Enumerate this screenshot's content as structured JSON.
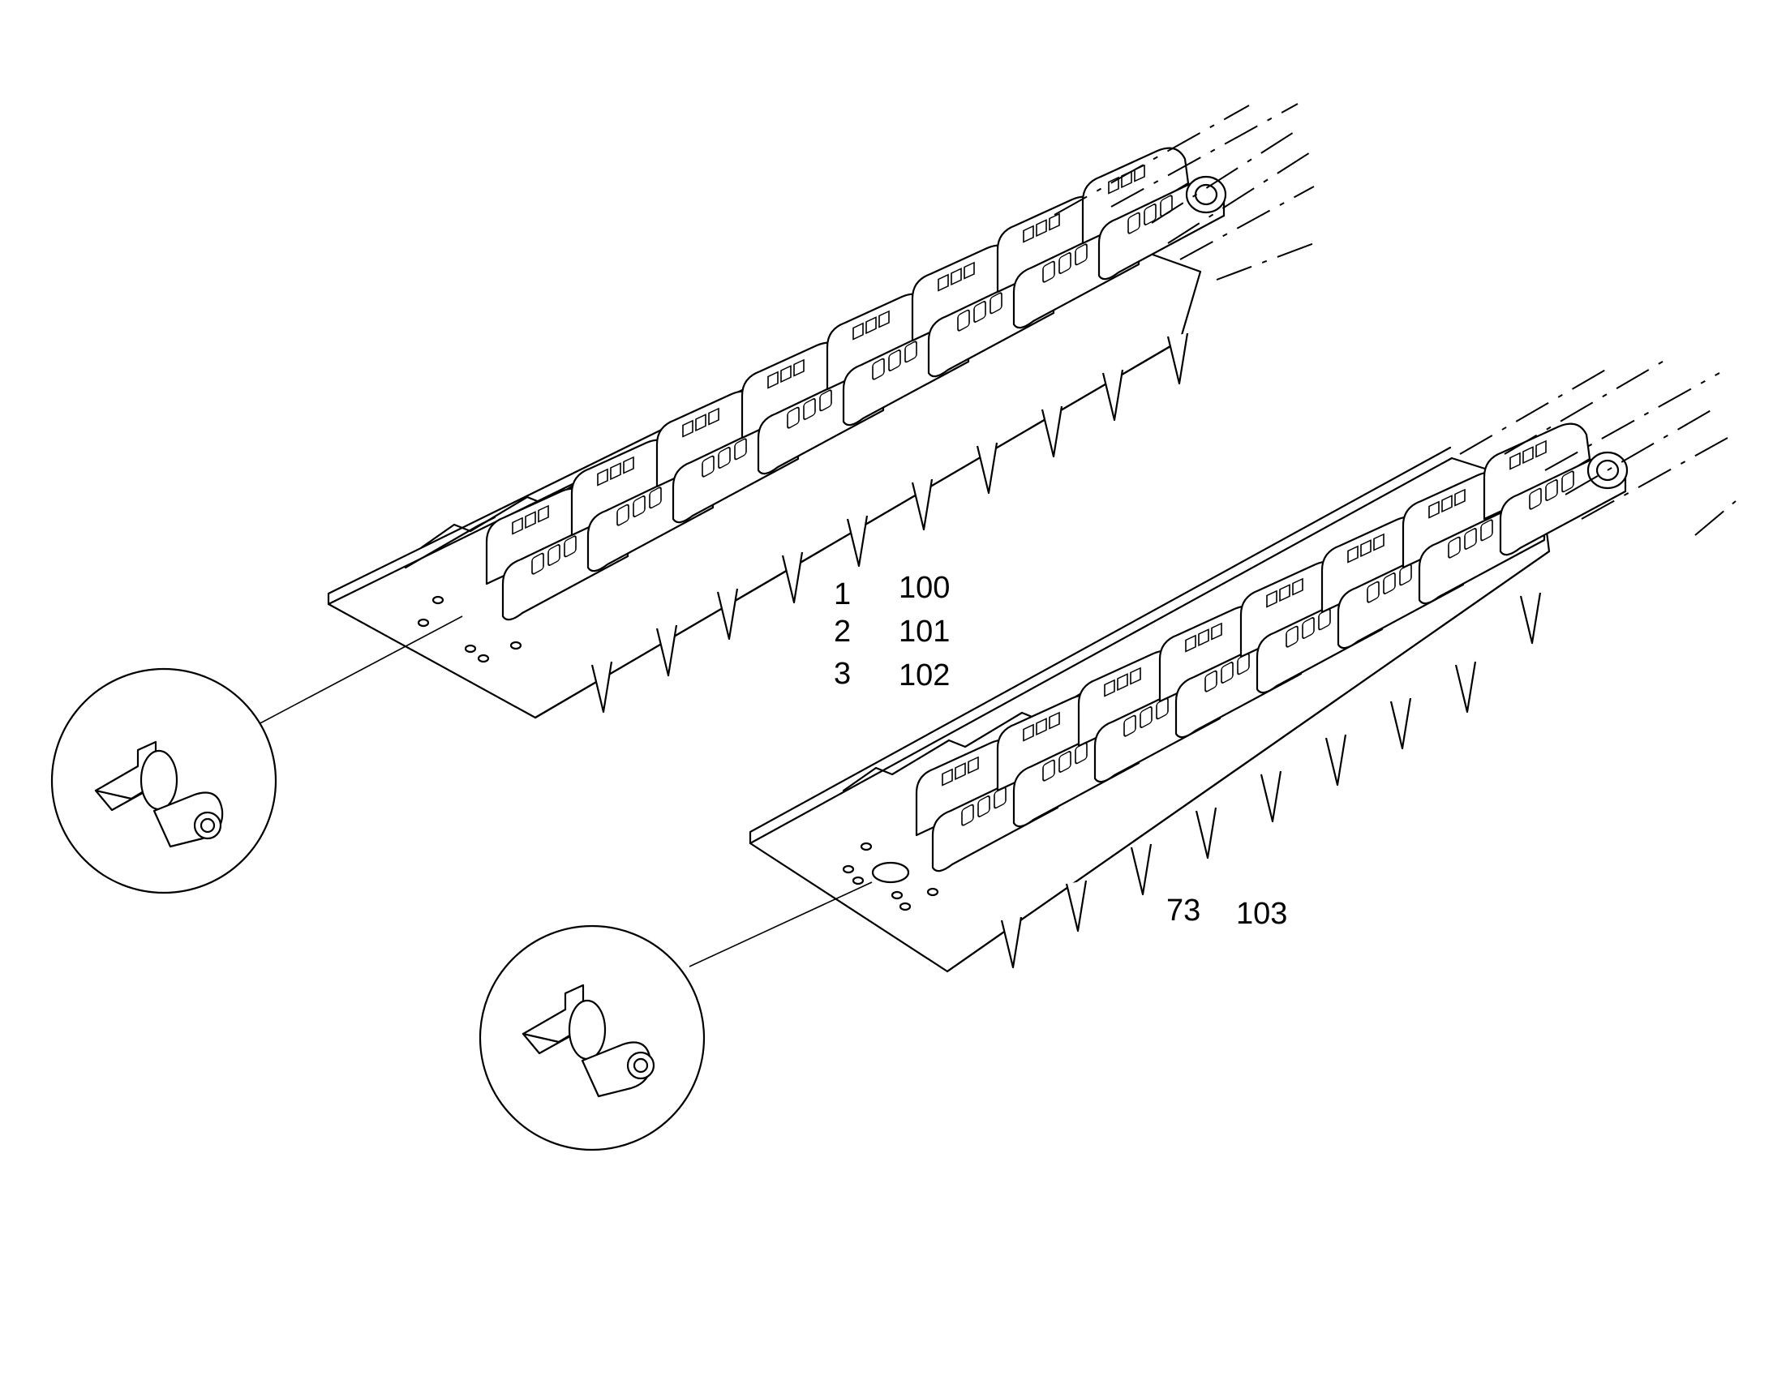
{
  "callouts": {
    "upper": [
      {
        "item": "1",
        "ref": "100"
      },
      {
        "item": "2",
        "ref": "101"
      },
      {
        "item": "3",
        "ref": "102"
      }
    ],
    "lower": [
      {
        "item": "73",
        "ref": "103"
      }
    ]
  }
}
